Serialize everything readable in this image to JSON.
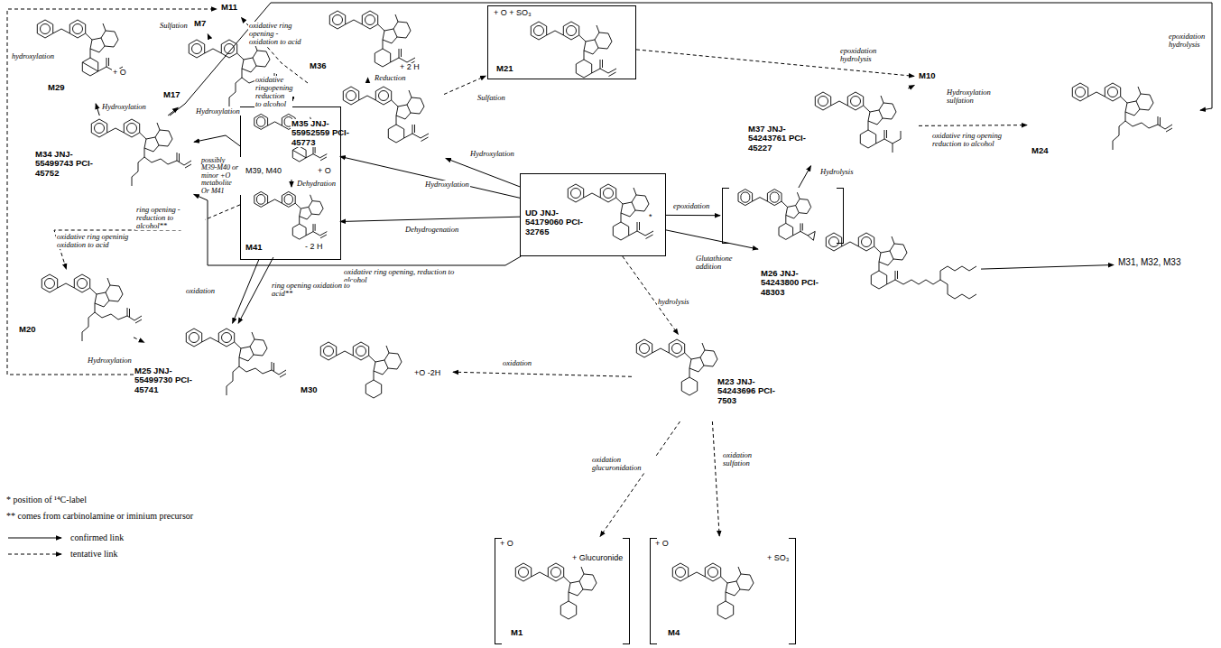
{
  "diagram": {
    "nodes": [
      {
        "text": [
          "M11"
        ]
      },
      {
        "text": [
          "M29",
          "+ O"
        ]
      },
      {
        "text": [
          "M7"
        ]
      },
      {
        "text": [
          "M17"
        ]
      },
      {
        "text": [
          "M36",
          "+ 2 H"
        ]
      },
      {
        "text": [
          "+ O + SO₃",
          "M21"
        ]
      },
      {
        "text": [
          "M10"
        ]
      },
      {
        "text": [
          "M35 JNJ-55952559 PCI-45773"
        ]
      },
      {
        "text": [
          "M37 JNJ-54243761 PCI-45227"
        ]
      },
      {
        "text": [
          "M24"
        ]
      },
      {
        "text": [
          "M34 JNJ-55499743 PCI-45752"
        ]
      },
      {
        "text": [
          "possibly M39-M40 or minor +O metabolite Or M41"
        ]
      },
      {
        "text": [
          "M39, M40",
          "+ O"
        ],
        "in": 11
      },
      {
        "text": [
          "M41",
          "- 2 H"
        ],
        "in": 11
      },
      {
        "text": [
          "UD JNJ-54179060 PCI-32765"
        ]
      },
      {
        "text": []
      },
      {
        "text": [
          "M26 JNJ-54243800 PCI-48303"
        ]
      },
      {
        "text": [
          "M31, M32, M33"
        ]
      },
      {
        "text": [
          "M20"
        ]
      },
      {
        "text": [
          "M25 JNJ-55499730 PCI-45741"
        ]
      },
      {
        "text": [
          "M30",
          "+O -2H"
        ]
      },
      {
        "text": [
          "M23 JNJ-54243696 PCI-7503"
        ]
      },
      {
        "text": [
          "+ O",
          "+ Glucuronide",
          "M1"
        ]
      },
      {
        "text": [
          "+ O",
          "+ SO₃",
          "M4"
        ]
      }
    ],
    "edges": [
      {
        "from": 14,
        "to": 7,
        "arrow": "to",
        "label": "Hydroxylation"
      },
      {
        "from": 7,
        "to": 4,
        "arrow": "to",
        "label": "Reduction"
      },
      {
        "from": 7,
        "to": 0,
        "arrow": "to",
        "label": "oxidative ring opening - oxidation to acid"
      },
      {
        "from": 7,
        "to": 3,
        "arrow": "to",
        "label": "oxidative ringopening reduction to alcohol"
      },
      {
        "from": 7,
        "to": 5,
        "arrow": "to",
        "label": "Sulfation"
      },
      {
        "from": 5,
        "to": 6,
        "arrow": "to",
        "label": "epoxidation hydrolysis"
      },
      {
        "from": 8,
        "to": 6,
        "arrow": "to",
        "label": "Hydroxylation sulfation"
      },
      {
        "from": 8,
        "to": 9,
        "arrow": "to",
        "label": "oxidative ring opening reduction to alcohol"
      },
      {
        "from": 10,
        "to": 9,
        "arrow": "to",
        "label": "epoxidation hydrolysis"
      },
      {
        "from": 10,
        "to": 3,
        "arrow": "to",
        "label": "Hydroxylation"
      },
      {
        "from": 10,
        "to": 1,
        "arrow": "to",
        "label": "Hydroxylation"
      },
      {
        "from": 14,
        "to": 12,
        "arrow": "to",
        "label": "Hydroxylation"
      },
      {
        "from": 14,
        "to": 13,
        "arrow": "to",
        "label": "Dehydrogenation"
      },
      {
        "from": 12,
        "to": 13,
        "arrow": "to",
        "label": "Dehydration"
      },
      {
        "from": 11,
        "to": 10,
        "arrow": "to",
        "label": "ring opening - reduction to alcohol**"
      },
      {
        "from": 14,
        "to": 10,
        "arrow": "to",
        "label": "oxidative ring opening, reduction to alcohol"
      },
      {
        "from": 11,
        "to": 18,
        "arrow": "to",
        "label": "oxidative ring openinig oxidation to acid"
      },
      {
        "from": 11,
        "to": 19,
        "arrow": "to",
        "label": "oxidation"
      },
      {
        "from": 13,
        "to": 19,
        "arrow": "to",
        "label": "ring opening oxidation to acid**"
      },
      {
        "from": 19,
        "to": 18,
        "arrow": "to",
        "label": "Hydroxylation"
      },
      {
        "from": 19,
        "to": 0,
        "arrow": "to",
        "label": "hydroxylation"
      },
      {
        "from": 14,
        "to": 15,
        "arrow": "to",
        "label": "epoxidation"
      },
      {
        "from": 15,
        "to": 8,
        "arrow": "to",
        "label": "Hydrolysis"
      },
      {
        "from": 14,
        "to": 16,
        "arrow": "to",
        "label": "Glutathione addition"
      },
      {
        "from": 16,
        "to": 17,
        "arrow": "to"
      },
      {
        "from": 14,
        "to": 21,
        "arrow": "to",
        "label": "hydrolysis"
      },
      {
        "from": 21,
        "to": 20,
        "arrow": "to",
        "label": "oxidation"
      },
      {
        "from": 21,
        "to": 22,
        "arrow": "to",
        "label": "oxidation glucuronidation"
      },
      {
        "from": 21,
        "to": 23,
        "arrow": "to",
        "label": "oxidation sulfation"
      },
      {
        "from": 3,
        "to": 2,
        "arrow": "to",
        "label": "Sulfation"
      }
    ],
    "labels": [
      "*",
      "* position of ¹⁴C-label",
      "** comes from carbinolamine or iminium precursor"
    ],
    "legend": [
      {
        "text": "confirmed link"
      },
      {
        "text": "tentative link"
      }
    ]
  }
}
